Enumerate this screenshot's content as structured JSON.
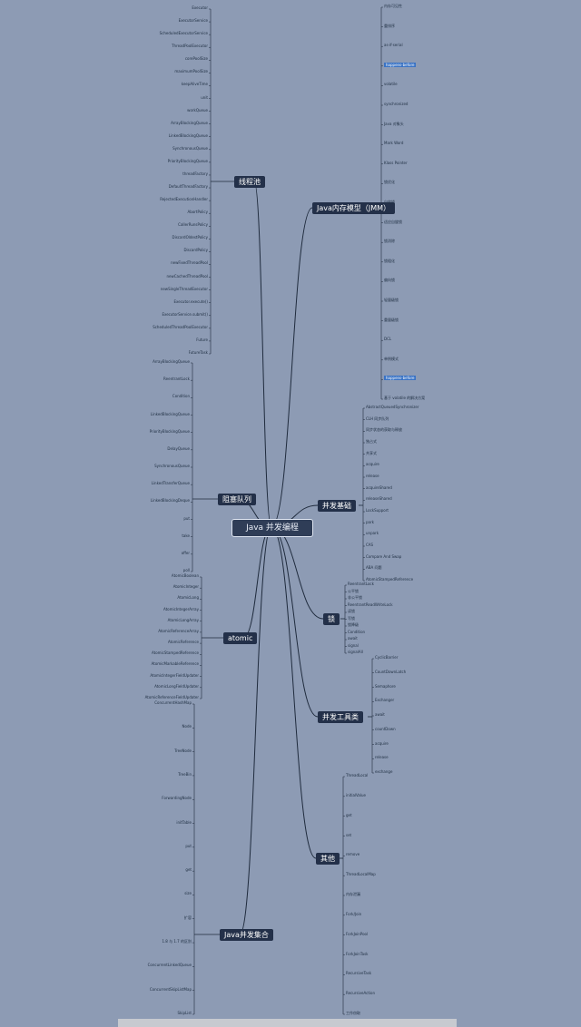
{
  "root": "Java 并发编程",
  "branches": {
    "l1": "线程池",
    "l2": "阻塞队列",
    "l3": "atomic",
    "l4": "Java并发集合",
    "r1": "Java内存模型（JMM）",
    "r2": "并发基础",
    "r3": "锁",
    "r4": "并发工具类",
    "r5": "其他"
  },
  "left": {
    "threadpool": [
      "Executor",
      "ExecutorService",
      "ScheduledExecutorService",
      "ThreadPoolExecutor",
      "corePoolSize",
      "maximumPoolSize",
      "keepAliveTime",
      "unit",
      "workQueue",
      "ArrayBlockingQueue",
      "LinkedBlockingQueue",
      "SynchronousQueue",
      "PriorityBlockingQueue",
      "threadFactory",
      "DefaultThreadFactory",
      "RejectedExecutionHandler",
      "AbortPolicy",
      "CallerRunsPolicy",
      "DiscardOldestPolicy",
      "DiscardPolicy",
      "newFixedThreadPool",
      "newCachedThreadPool",
      "newSingleThreadExecutor",
      "Executor.execute()",
      "ExecutorService.submit()",
      "ScheduledThreadPoolExecutor",
      "Future",
      "FutureTask"
    ],
    "queues": [
      "ArrayBlockingQueue",
      "ReentrantLock",
      "Condition",
      "LinkedBlockingQueue",
      "PriorityBlockingQueue",
      "DelayQueue",
      "SynchronousQueue",
      "LinkedTransferQueue",
      "LinkedBlockingDeque",
      "put",
      "take",
      "offer",
      "poll"
    ],
    "atomic": [
      "AtomicBoolean",
      "AtomicInteger",
      "AtomicLong",
      "AtomicIntegerArray",
      "AtomicLongArray",
      "AtomicReferenceArray",
      "AtomicReference",
      "AtomicStampedReference",
      "AtomicMarkableReference",
      "AtomicIntegerFieldUpdater",
      "AtomicLongFieldUpdater",
      "AtomicReferenceFieldUpdater"
    ],
    "collections": [
      "ConcurrentHashMap",
      "Node",
      "TreeNode",
      "TreeBin",
      "ForwardingNode",
      "initTable",
      "put",
      "get",
      "size",
      "扩容",
      "1.8 与 1.7 的区别",
      "ConcurrentLinkedQueue",
      "ConcurrentSkipListMap",
      "SkipList"
    ]
  },
  "right": {
    "jmm": [
      "内存可见性",
      "重排序",
      "as-if-serial",
      "happens-before",
      "volatile",
      "synchronized",
      "Java 对象头",
      "Mark Word",
      "Klass Pointer",
      "锁优化",
      "自旋锁",
      "适应自旋锁",
      "锁消除",
      "锁粗化",
      "偏向锁",
      "轻量级锁",
      "重量级锁",
      "DCL",
      "单例模式",
      "happens-before",
      "基于 volatile 的解决方案"
    ],
    "basics": [
      "AbstractQueuedSynchronizer",
      "CLH 同步队列",
      "同步状态的获取与释放",
      "独占式",
      "共享式",
      "acquire",
      "release",
      "acquireShared",
      "releaseShared",
      "LockSupport",
      "park",
      "unpark",
      "CAS",
      "Compare And Swap",
      "ABA 问题",
      "AtomicStampedReference"
    ],
    "locks": [
      "ReentrantLock",
      "公平锁",
      "非公平锁",
      "ReentrantReadWriteLock",
      "读锁",
      "写锁",
      "锁降级",
      "Condition",
      "await",
      "signal",
      "signalAll"
    ],
    "tools": [
      "CyclicBarrier",
      "CountDownLatch",
      "Semaphore",
      "Exchanger",
      "await",
      "countDown",
      "acquire",
      "release",
      "exchange"
    ],
    "other": [
      "ThreadLocal",
      "initialValue",
      "get",
      "set",
      "remove",
      "ThreadLocalMap",
      "内存泄漏",
      "Fork/Join",
      "ForkJoinPool",
      "ForkJoinTask",
      "RecursiveTask",
      "RecursiveAction",
      "工作窃取"
    ]
  },
  "highlight": "happens-before"
}
